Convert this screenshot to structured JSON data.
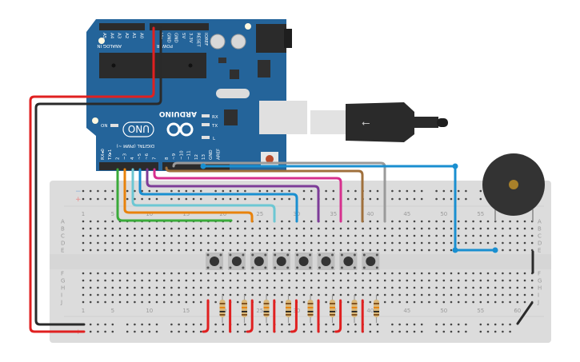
{
  "arduino": {
    "brand": "ARDUINO",
    "model": "UNO",
    "analog_header_label": "ANALOG IN",
    "power_header_label": "POWER",
    "digital_header_label": "DIGITAL (PWM ~)",
    "analog_pins": [
      "A5",
      "A4",
      "A3",
      "A2",
      "A1",
      "A0"
    ],
    "power_pins": [
      "Vin",
      "GND",
      "GND",
      "5V",
      "3.3V",
      "RESET",
      "IOREF"
    ],
    "digital_pins_low": [
      "RX◂0",
      "TX▸1",
      "2",
      "~3",
      "4",
      "~5",
      "~6",
      "7"
    ],
    "digital_pins_high": [
      "8",
      "~9",
      "~10",
      "~11",
      "12",
      "13",
      "GND",
      "AREF"
    ],
    "leds": {
      "rx": "RX",
      "tx": "TX",
      "l": "L",
      "on": "ON"
    },
    "board_color": "#24649a"
  },
  "breadboard": {
    "row_letters_top": [
      "A",
      "B",
      "C",
      "D",
      "E"
    ],
    "row_letters_bottom": [
      "F",
      "G",
      "H",
      "I",
      "J"
    ],
    "column_numbers": [
      "1",
      "5",
      "10",
      "15",
      "20",
      "25",
      "30",
      "35",
      "40",
      "45",
      "50",
      "55",
      "60"
    ],
    "rail_minus": "−",
    "rail_plus": "+"
  },
  "components": {
    "pushbutton_count": 8,
    "resistor_count": 8,
    "buzzer": "piezo-buzzer"
  },
  "wire_colors": {
    "green": "#3aaa3a",
    "orange": "#e8820c",
    "light_cyan": "#6cc7d3",
    "blue": "#1a8fd0",
    "purple": "#7d3c98",
    "magenta": "#d6308e",
    "brown": "#a0703c",
    "gray": "#9a9a9a",
    "red": "#e02020",
    "black": "#2a2a2a"
  }
}
